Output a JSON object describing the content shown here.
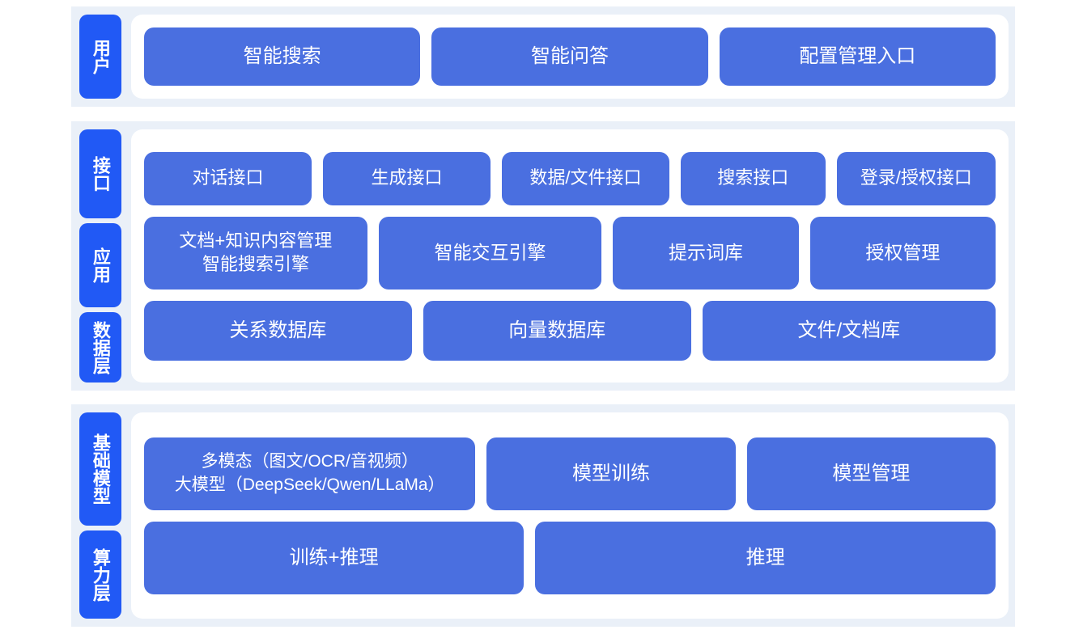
{
  "theme": {
    "page_background": "#ffffff",
    "panel_background": "#EAF0F8",
    "card_background": "#ffffff",
    "layer_chip_color": "#2159F5",
    "box_color": "#4A6FE0",
    "text_color": "#ffffff"
  },
  "panels": [
    {
      "id": "user",
      "layers": [
        {
          "label": "用户"
        }
      ],
      "rows": [
        {
          "id": "user",
          "boxes": [
            {
              "label": "智能搜索"
            },
            {
              "label": "智能问答"
            },
            {
              "label": "配置管理入口"
            }
          ]
        }
      ]
    },
    {
      "id": "middle",
      "layers": [
        {
          "label": "接口"
        },
        {
          "label": "应用"
        },
        {
          "label": "数据层"
        }
      ],
      "rows": [
        {
          "id": "interface",
          "boxes": [
            {
              "label": "对话接口"
            },
            {
              "label": "生成接口"
            },
            {
              "label": "数据/文件接口"
            },
            {
              "label": "搜索接口"
            },
            {
              "label": "登录/授权接口"
            }
          ]
        },
        {
          "id": "application",
          "boxes": [
            {
              "label": "文档+知识内容管理\n智能搜索引擎"
            },
            {
              "label": "智能交互引擎"
            },
            {
              "label": "提示词库"
            },
            {
              "label": "授权管理"
            }
          ]
        },
        {
          "id": "data",
          "boxes": [
            {
              "label": "关系数据库"
            },
            {
              "label": "向量数据库"
            },
            {
              "label": "文件/文档库"
            }
          ]
        }
      ]
    },
    {
      "id": "base",
      "layers": [
        {
          "label": "基础模型"
        },
        {
          "label": "算力层"
        }
      ],
      "rows": [
        {
          "id": "model",
          "boxes": [
            {
              "label": "多模态（图文/OCR/音视频）\n大模型（DeepSeek/Qwen/LLaMa）"
            },
            {
              "label": "模型训练"
            },
            {
              "label": "模型管理"
            }
          ]
        },
        {
          "id": "compute",
          "boxes": [
            {
              "label": "训练+推理"
            },
            {
              "label": "推理"
            }
          ]
        }
      ]
    }
  ]
}
